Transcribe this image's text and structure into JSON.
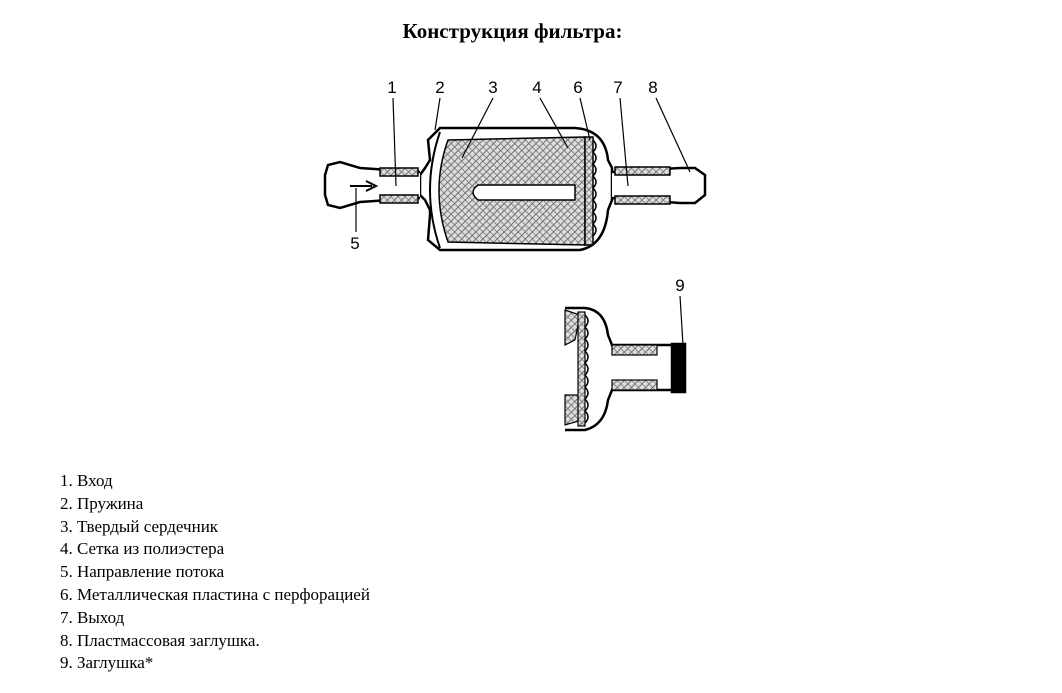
{
  "title": "Конструкция фильтра:",
  "diagram": {
    "callouts": [
      "1",
      "2",
      "3",
      "4",
      "5",
      "6",
      "7",
      "8",
      "9"
    ]
  },
  "legend": [
    "1. Вход",
    "2. Пружина",
    "3. Твердый сердечник",
    "4. Сетка из полиэстера",
    "5. Направление потока",
    "6. Металлическая пластина с перфорацией",
    "7. Выход",
    "8. Пластмассовая заглушка.",
    "9. Заглушка*"
  ]
}
